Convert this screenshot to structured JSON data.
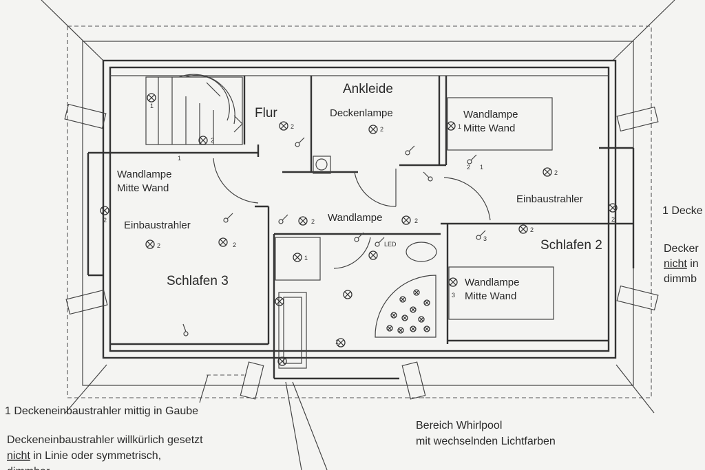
{
  "rooms": {
    "flur": "Flur",
    "ankleide": "Ankleide",
    "schlafen2": "Schlafen 2",
    "schlafen3": "Schlafen 3"
  },
  "labels": {
    "deckenlampe": "Deckenlampe",
    "wandlampe_flur": "Wandlampe",
    "wandlampe_s3_line1": "Wandlampe",
    "wandlampe_s3_line2": "Mitte Wand",
    "wandlampe_s2a_line1": "Wandlampe",
    "wandlampe_s2a_line2": "Mitte Wand",
    "wandlampe_s2b_line1": "Wandlampe",
    "wandlampe_s2b_line2": "Mitte Wand",
    "einbau_s3": "Einbaustrahler",
    "einbau_s2": "Einbaustrahler",
    "led": "LED"
  },
  "notes": {
    "gaube": "1 Deckeneinbaustrahler mittig in Gaube",
    "willkuer_line1": "Deckeneinbaustrahler willkürlich gesetzt",
    "willkuer_line2_underlined": "nicht",
    "willkuer_line2_rest": " in Linie oder symmetrisch,",
    "willkuer_line3": "dimmbar",
    "whirlpool_line1": "Bereich Whirlpool",
    "whirlpool_line2": "mit wechselnden Lichtfarben",
    "right_line1": "1 Decke",
    "right_line2": "Decker",
    "right_line3_underlined": "nicht",
    "right_line3_rest": " in",
    "right_line4": "dimmb"
  },
  "circuit_numbers": {
    "n1": "1",
    "n2": "2",
    "n3": "3"
  }
}
